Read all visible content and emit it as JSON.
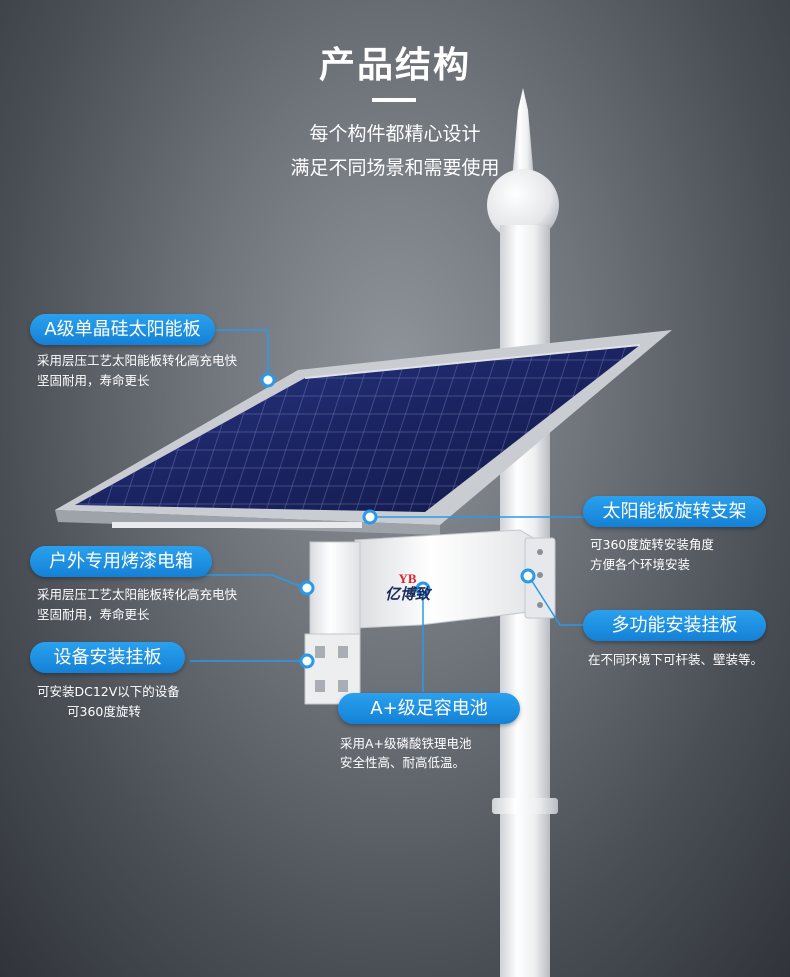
{
  "header": {
    "title": "产品结构",
    "subtitle_line1": "每个构件都精心设计",
    "subtitle_line2": "满足不同场景和需要使用"
  },
  "callouts": {
    "panel": {
      "label": "A级单晶硅太阳能板",
      "desc1": "采用层压工艺太阳能板转化高充电快",
      "desc2": "坚固耐用，寿命更长"
    },
    "bracket": {
      "label": "太阳能板旋转支架",
      "desc1": "可360度旋转安装角度",
      "desc2": "方便各个环境安装"
    },
    "box": {
      "label": "户外专用烤漆电箱",
      "desc1": "采用层压工艺太阳能板转化高充电快",
      "desc2": "坚固耐用，寿命更长"
    },
    "mount": {
      "label": "多功能安装挂板",
      "desc1": "在不同环境下可杆装、壁装等。"
    },
    "plate": {
      "label": "设备安装挂板",
      "desc1": "可安装DC12V以下的设备",
      "desc2": "可360度旋转"
    },
    "battery": {
      "label": "A+级足容电池",
      "desc1": "采用A+级磷酸铁理电池",
      "desc2": "安全性高、耐高低温。"
    }
  },
  "logo": {
    "mark": "YB",
    "text": "亿博致"
  },
  "colors": {
    "accent": "#1e8fe3",
    "panel_cell": "#1f2a6b",
    "pole": "#f2f3f4"
  }
}
